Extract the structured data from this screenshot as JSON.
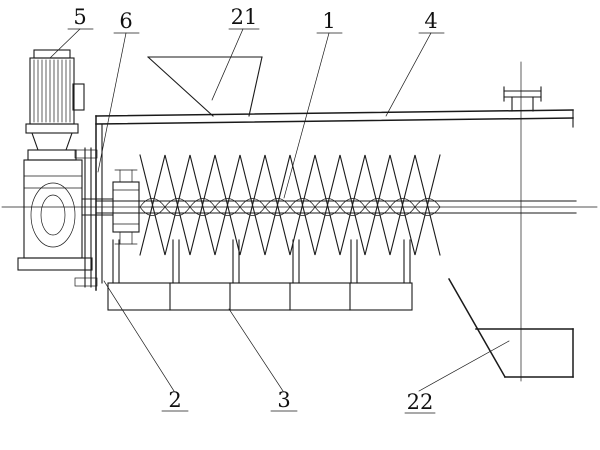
{
  "figure": {
    "callouts": {
      "c5": "5",
      "c6": "6",
      "c21": "21",
      "c1": "1",
      "c4": "4",
      "c2": "2",
      "c3": "3",
      "c22": "22"
    },
    "colors": {
      "line": "#1a1a1a",
      "background": "#ffffff"
    }
  }
}
